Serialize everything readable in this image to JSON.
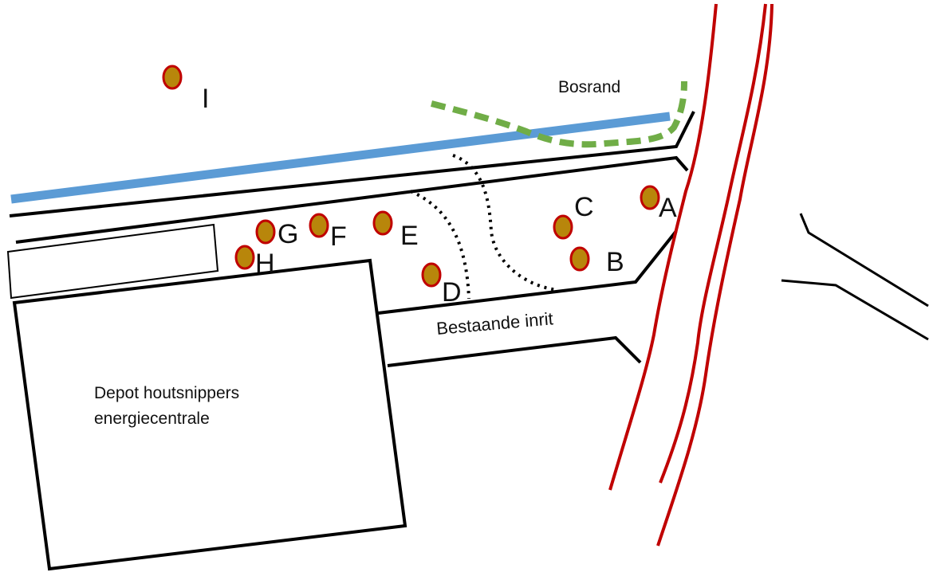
{
  "labels": {
    "forest_edge": "Bosrand",
    "existing_entrance": "Bestaande inrit",
    "depot_line1": "Depot houtsnippers",
    "depot_line2": "energiecentrale"
  },
  "points": [
    {
      "id": "A",
      "label": "A"
    },
    {
      "id": "B",
      "label": "B"
    },
    {
      "id": "C",
      "label": "C"
    },
    {
      "id": "D",
      "label": "D"
    },
    {
      "id": "E",
      "label": "E"
    },
    {
      "id": "F",
      "label": "F"
    },
    {
      "id": "G",
      "label": "G"
    },
    {
      "id": "H",
      "label": "H"
    },
    {
      "id": "I",
      "label": "I"
    }
  ],
  "colors": {
    "point_fill": "#b8860b",
    "point_stroke": "#c00000",
    "waterway": "#5b9bd5",
    "forest_edge": "#70ad47",
    "railway": "#c00000",
    "outline": "#000000"
  }
}
